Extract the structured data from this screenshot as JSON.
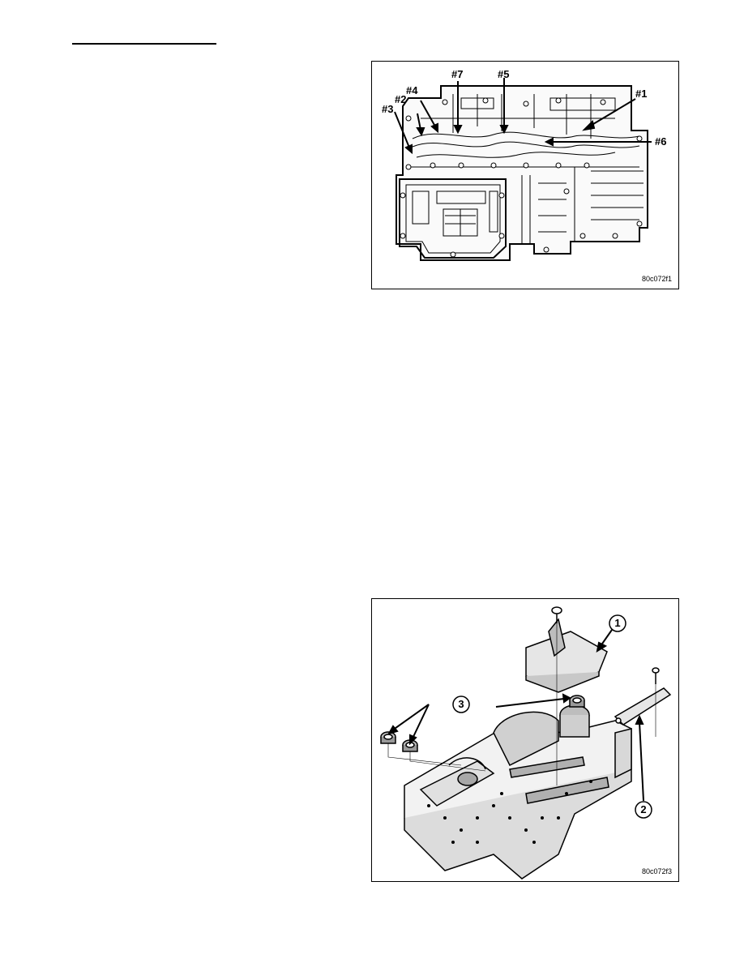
{
  "figure1": {
    "id_label": "80c072f1",
    "labels": {
      "l1": "#1",
      "l2": "#2",
      "l3": "#3",
      "l4": "#4",
      "l5": "#5",
      "l6": "#6",
      "l7": "#7"
    }
  },
  "figure2": {
    "id_label": "80c072f3",
    "callouts": {
      "c1": "1",
      "c2": "2",
      "c3": "3"
    }
  },
  "colors": {
    "ink": "#000000",
    "paper": "#ffffff",
    "shade": "#e6e6e6",
    "mid_shade": "#bdbdbd"
  }
}
